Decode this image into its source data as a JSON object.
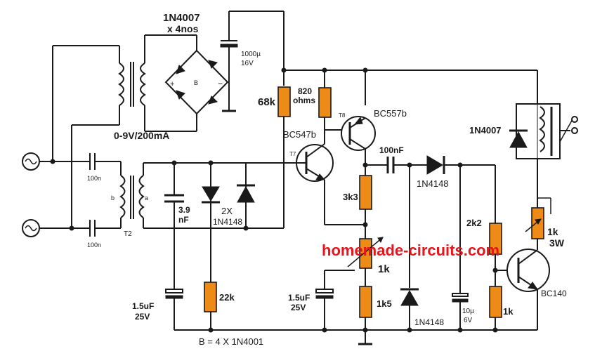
{
  "bridge": {
    "diode": "1N4007",
    "count": "x 4nos",
    "node": "B",
    "plus": "+",
    "minus": "−"
  },
  "supply": {
    "transformer": "0-9V/200mA",
    "cap_value": "1000µ",
    "cap_voltage": "16V"
  },
  "coupling": {
    "cap1": "100n",
    "cap2": "100n",
    "transformer": "T2",
    "wind_a": "a",
    "wind_b": "b"
  },
  "input_stage": {
    "cap": "3.9",
    "cap_unit": "nF",
    "diodes_count": "2X",
    "diodes": "1N4148",
    "cap_bottom": "1.5uF",
    "cap_bottom_v": "25V",
    "res": "22k"
  },
  "note": "B = 4 X 1N4001",
  "transistors": {
    "t7_tag": "T7",
    "t7": "BC547b",
    "t8_tag": "T8",
    "t8": "BC557b",
    "out": "BC140"
  },
  "resistors": {
    "r68k": "68k",
    "r820": "820",
    "r820_unit": "ohms",
    "r3k3": "3k3",
    "pot1k": "1k",
    "r1k5": "1k5",
    "r2k2": "2k2",
    "r1k": "1k",
    "pot_out": "1k",
    "pot_out_w": "3W"
  },
  "caps": {
    "c100nf": "100nF",
    "c1_5": "1.5uF",
    "c1_5v": "25V",
    "c10": "10µ",
    "c10v": "6V"
  },
  "diodes": {
    "d_series": "1N4148",
    "d_shunt": "1N4148",
    "d_relay": "1N4007"
  },
  "watermark": "homemade-circuits.com"
}
